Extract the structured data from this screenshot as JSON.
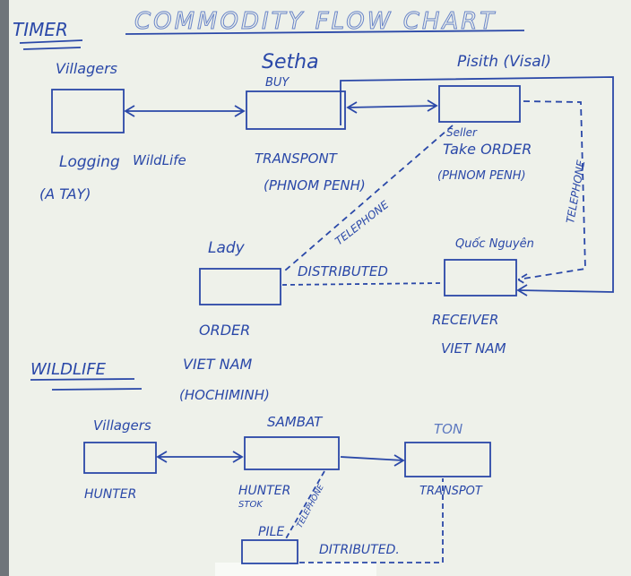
{
  "board": {
    "title": "COMMODITY FLOW CHART",
    "timber_section": {
      "heading": "TIMER",
      "villagers": {
        "top": "Villagers",
        "bottom": "Logging",
        "bottom2": "(A TAY)",
        "side": "WildLife"
      },
      "setha": {
        "top": "Setha",
        "top2": "BUY",
        "bottom": "TRANSPONT",
        "bottom2": "(PHNOM PENH)"
      },
      "pisith": {
        "top": "Pisith (Visal)",
        "small": "Seller",
        "bottom": "Take ORDER",
        "bottom2": "(PHNOM PENH)"
      },
      "lady": {
        "top": "Lady",
        "bottom": "ORDER",
        "bottom2": "VIET NAM",
        "bottom3": "(HOCHIMINH)"
      },
      "receiver": {
        "top": "Quốc  Nguyên",
        "bottom": "RECEIVER",
        "bottom2": "VIET NAM"
      },
      "link_telephone": "TELEPHONE",
      "link_telephone_right": "TELEPHONE",
      "link_distributed": "DISTRIBUTED"
    },
    "wildlife_section": {
      "heading": "WILDLIFE",
      "villagers": {
        "top": "Villagers",
        "bottom": "HUNTER"
      },
      "sambat": {
        "top": "SAMBAT",
        "bottom": "HUNTER",
        "bottom2": "STOK"
      },
      "ton": {
        "top": "TON",
        "bottom": "TRANSPOT"
      },
      "pile": {
        "top": "PILE"
      },
      "link_telephone": "TELEPHONE",
      "link_distributed": "DITRIBUTED."
    }
  },
  "colors": {
    "board": "#eef1ea",
    "ink": "#2a48a8",
    "frame": "#7a7f84"
  }
}
